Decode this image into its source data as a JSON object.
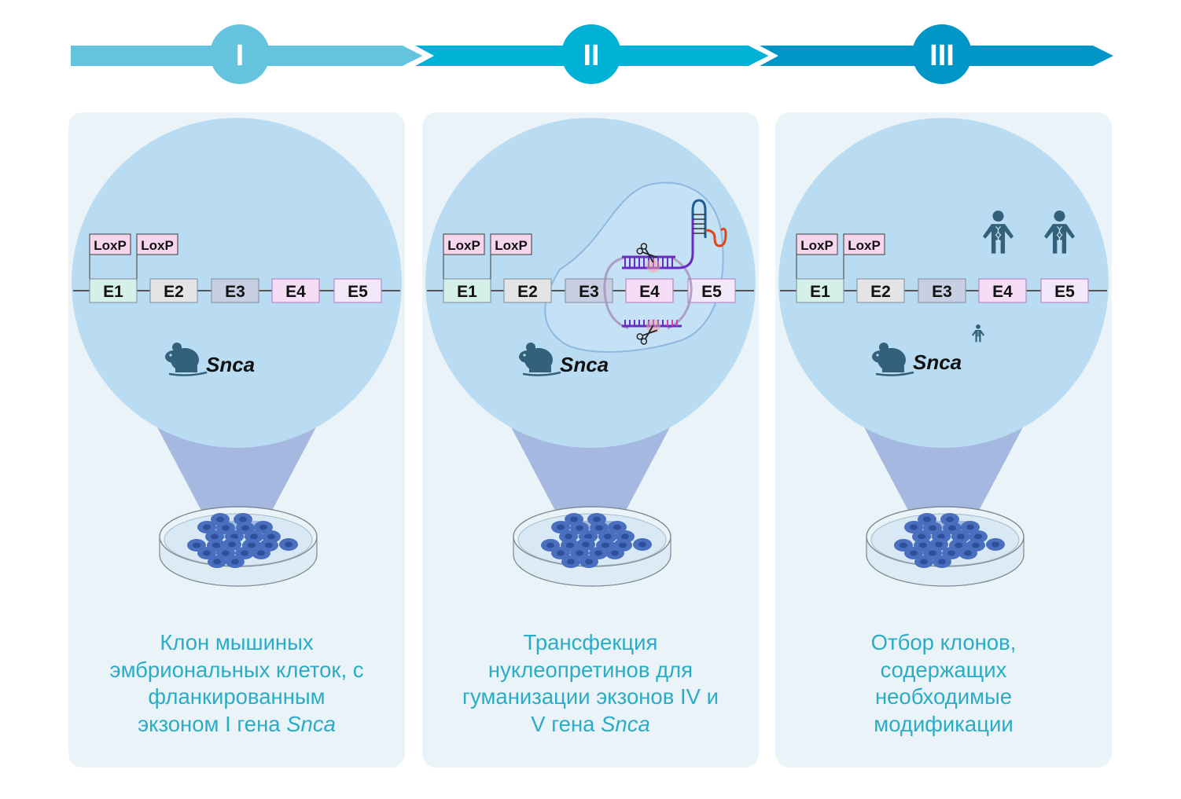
{
  "steps": [
    {
      "numeral": "I",
      "color": "#64c4de",
      "exons": [
        "E1",
        "E2",
        "E3",
        "E4",
        "E5"
      ],
      "loxp": [
        "LoxP",
        "LoxP"
      ],
      "gene": "Snca",
      "caption_lines": [
        "Клон мышиных",
        "эмбриональных клеток, с",
        "фланкированным",
        "экзоном I гена "
      ],
      "caption_italic": "Snca"
    },
    {
      "numeral": "II",
      "color": "#00b2d6",
      "exons": [
        "E1",
        "E2",
        "E3",
        "E4",
        "E5"
      ],
      "loxp": [
        "LoxP",
        "LoxP"
      ],
      "gene": "Snca",
      "caption_lines": [
        "Трансфекция",
        "нуклеопретинов для",
        "гуманизации экзонов IV и",
        "V гена "
      ],
      "caption_italic": "Snca"
    },
    {
      "numeral": "III",
      "color": "#0097c8",
      "exons": [
        "E1",
        "E2",
        "E3",
        "E4",
        "E5"
      ],
      "loxp": [
        "LoxP",
        "LoxP"
      ],
      "gene": "Snca",
      "caption_lines": [
        "Отбор клонов,",
        "содержащих",
        "необходимые",
        "модификации"
      ],
      "caption_italic": ""
    }
  ],
  "colors": {
    "panel_bg": "#eaf4f8",
    "zoom_circle": "#b9dcf3",
    "caption_text": "#2aacc6",
    "icon_dark": "#33607a",
    "exon_fills": [
      "#d5efe9",
      "#e4e4e6",
      "#c8cfe3",
      "#f4ddf5",
      "#f3e8fa"
    ],
    "loxp_fill": "#f6d6ec"
  },
  "icons": {
    "mouse": "mouse-icon",
    "human": "human-dna-icon",
    "scissors": "scissors-icon",
    "petri": "petri-dish-icon"
  }
}
